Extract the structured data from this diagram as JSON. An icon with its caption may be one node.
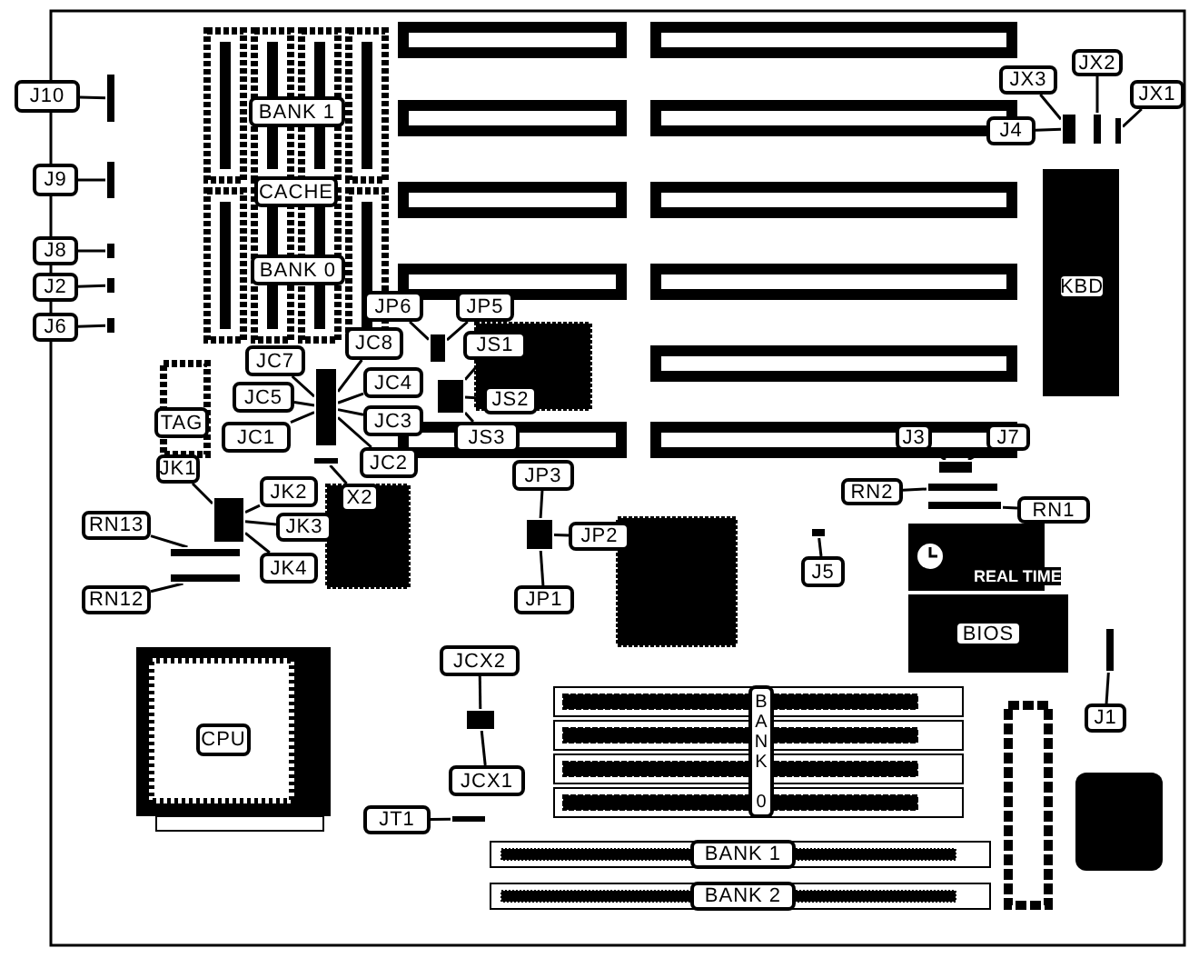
{
  "diagram": {
    "nodes": [
      {
        "text": [
          "BANK 1"
        ]
      },
      {
        "text": [
          "J10"
        ]
      },
      {
        "text": [],
        "shape": "box"
      },
      {
        "text": [
          "JX3"
        ]
      },
      {
        "text": [
          "JX2"
        ]
      },
      {
        "text": [
          "JX1"
        ]
      },
      {
        "text": [
          "J4"
        ]
      },
      {
        "text": [],
        "shape": "box"
      },
      {
        "text": [],
        "shape": "box"
      },
      {
        "text": [],
        "shape": "box"
      },
      {
        "text": [
          "J9"
        ]
      },
      {
        "text": [],
        "shape": "box"
      },
      {
        "text": [
          "CACHE"
        ]
      },
      {
        "text": [
          "J8"
        ]
      },
      {
        "text": [],
        "shape": "box"
      },
      {
        "text": [
          "BANK 0"
        ]
      },
      {
        "text": [
          "J2"
        ]
      },
      {
        "text": [],
        "shape": "box"
      },
      {
        "text": [
          "KBD"
        ]
      },
      {
        "text": [
          "J6"
        ]
      },
      {
        "text": [],
        "shape": "box"
      },
      {
        "text": [
          "JP6"
        ]
      },
      {
        "text": [
          "JP5"
        ]
      },
      {
        "text": [],
        "shape": "box"
      },
      {
        "text": [
          "JC8"
        ]
      },
      {
        "text": [
          "JS1"
        ]
      },
      {
        "text": [
          "JC7"
        ]
      },
      {
        "text": [
          "JC5"
        ]
      },
      {
        "text": [
          "JC4"
        ]
      },
      {
        "text": [],
        "shape": "box"
      },
      {
        "text": [
          "JS2"
        ]
      },
      {
        "text": [],
        "shape": "box"
      },
      {
        "text": [
          "TAG"
        ]
      },
      {
        "text": [
          "JC3"
        ]
      },
      {
        "text": [
          "JC1"
        ]
      },
      {
        "text": [
          "JS3"
        ]
      },
      {
        "text": [
          "JC2"
        ]
      },
      {
        "text": [
          "J3"
        ]
      },
      {
        "text": [
          "J7"
        ]
      },
      {
        "text": [],
        "shape": "box"
      },
      {
        "text": [
          "JP3"
        ]
      },
      {
        "text": [
          "JK1"
        ]
      },
      {
        "text": [
          "JK2"
        ]
      },
      {
        "text": [
          "X2"
        ]
      },
      {
        "text": [],
        "shape": "box"
      },
      {
        "text": [],
        "shape": "box"
      },
      {
        "text": [
          "RN2"
        ]
      },
      {
        "text": [],
        "shape": "box"
      },
      {
        "text": [
          "RN13"
        ]
      },
      {
        "text": [
          "JK3"
        ]
      },
      {
        "text": [
          "JP2"
        ]
      },
      {
        "text": [],
        "shape": "box"
      },
      {
        "text": [
          "RN1"
        ]
      },
      {
        "text": [],
        "shape": "box"
      },
      {
        "text": [
          "JK4"
        ]
      },
      {
        "text": [],
        "shape": "box"
      },
      {
        "text": [
          "J5"
        ]
      },
      {
        "text": [],
        "shape": "box"
      },
      {
        "text": [
          "RN12"
        ]
      },
      {
        "text": [],
        "shape": "box"
      },
      {
        "text": [
          "JP1"
        ]
      },
      {
        "text": [
          "BIOS"
        ]
      },
      {
        "text": [
          "J1"
        ]
      },
      {
        "text": [],
        "shape": "box"
      },
      {
        "text": [
          "JCX2"
        ]
      },
      {
        "text": [
          "CPU"
        ]
      },
      {
        "text": [
          "JCX1"
        ]
      },
      {
        "text": [],
        "shape": "box"
      },
      {
        "text": [
          "JT1"
        ]
      },
      {
        "text": [],
        "shape": "box"
      },
      {
        "text": [
          "BANK 0"
        ]
      },
      {
        "text": [
          "BANK 1"
        ]
      },
      {
        "text": [
          "BANK 2"
        ]
      }
    ],
    "edges": [
      {
        "from": 1,
        "to": 2,
        "arrow": "none"
      },
      {
        "from": 3,
        "to": 7,
        "arrow": "none"
      },
      {
        "from": 4,
        "to": 8,
        "arrow": "none"
      },
      {
        "from": 5,
        "to": 9,
        "arrow": "none"
      },
      {
        "from": 6,
        "to": 7,
        "arrow": "none"
      },
      {
        "from": 10,
        "to": 11,
        "arrow": "none"
      },
      {
        "from": 13,
        "to": 14,
        "arrow": "none"
      },
      {
        "from": 16,
        "to": 17,
        "arrow": "none"
      },
      {
        "from": 19,
        "to": 20,
        "arrow": "none"
      },
      {
        "from": 21,
        "to": 23,
        "arrow": "none"
      },
      {
        "from": 22,
        "to": 23,
        "arrow": "none"
      },
      {
        "from": 24,
        "to": 29,
        "arrow": "none"
      },
      {
        "from": 25,
        "to": 31,
        "arrow": "none"
      },
      {
        "from": 26,
        "to": 29,
        "arrow": "none"
      },
      {
        "from": 27,
        "to": 29,
        "arrow": "none"
      },
      {
        "from": 28,
        "to": 29,
        "arrow": "none"
      },
      {
        "from": 30,
        "to": 31,
        "arrow": "none"
      },
      {
        "from": 33,
        "to": 29,
        "arrow": "none"
      },
      {
        "from": 34,
        "to": 29,
        "arrow": "none"
      },
      {
        "from": 35,
        "to": 31,
        "arrow": "none"
      },
      {
        "from": 36,
        "to": 29,
        "arrow": "none"
      },
      {
        "from": 37,
        "to": 39,
        "arrow": "none"
      },
      {
        "from": 38,
        "to": 39,
        "arrow": "none"
      },
      {
        "from": 40,
        "to": 51,
        "arrow": "none"
      },
      {
        "from": 41,
        "to": 45,
        "arrow": "none"
      },
      {
        "from": 42,
        "to": 45,
        "arrow": "none"
      },
      {
        "from": 43,
        "to": 44,
        "arrow": "none"
      },
      {
        "from": 46,
        "to": 47,
        "arrow": "none"
      },
      {
        "from": 48,
        "to": 55,
        "arrow": "none"
      },
      {
        "from": 49,
        "to": 45,
        "arrow": "none"
      },
      {
        "from": 50,
        "to": 51,
        "arrow": "none"
      },
      {
        "from": 52,
        "to": 53,
        "arrow": "none"
      },
      {
        "from": 54,
        "to": 45,
        "arrow": "none"
      },
      {
        "from": 56,
        "to": 57,
        "arrow": "none"
      },
      {
        "from": 58,
        "to": 59,
        "arrow": "none"
      },
      {
        "from": 60,
        "to": 51,
        "arrow": "none"
      },
      {
        "from": 62,
        "to": 63,
        "arrow": "none"
      },
      {
        "from": 64,
        "to": 67,
        "arrow": "none"
      },
      {
        "from": 66,
        "to": 67,
        "arrow": "none"
      },
      {
        "from": 68,
        "to": 69,
        "arrow": "none"
      }
    ],
    "labels": [
      "REAL TIME"
    ]
  }
}
